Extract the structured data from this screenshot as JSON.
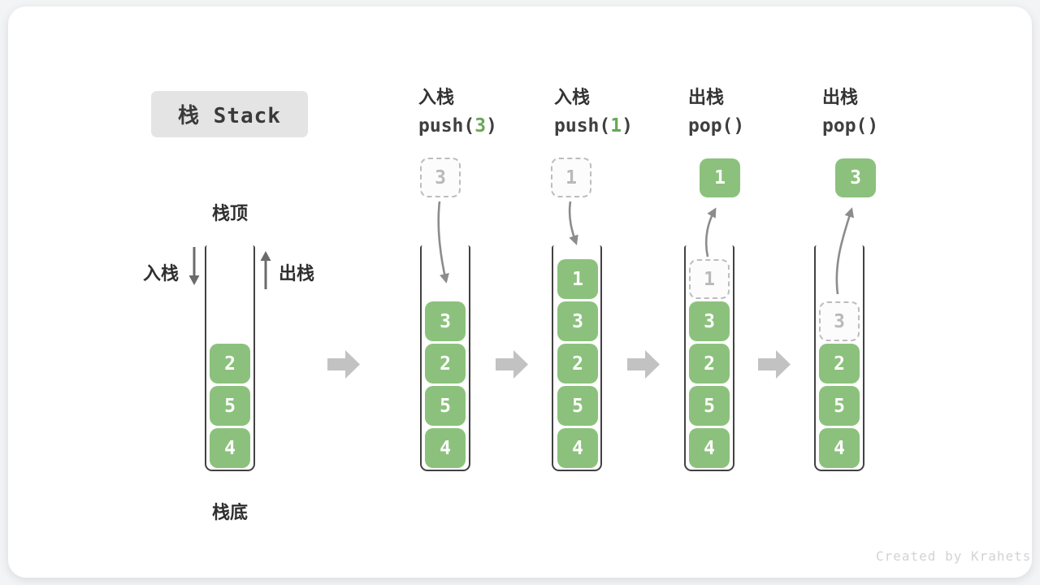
{
  "title": "栈 Stack",
  "watermark": "Created by Krahets",
  "labels": {
    "stack_top": "栈顶",
    "stack_bottom": "栈底",
    "push_side": "入栈",
    "pop_side": "出栈"
  },
  "operations": [
    {
      "name": "入栈",
      "code_pre": "push(",
      "code_arg": "3",
      "code_post": ")"
    },
    {
      "name": "入栈",
      "code_pre": "push(",
      "code_arg": "1",
      "code_post": ")"
    },
    {
      "name": "出栈",
      "code_pre": "pop(",
      "code_arg": "",
      "code_post": ")"
    },
    {
      "name": "出栈",
      "code_pre": "pop(",
      "code_arg": "",
      "code_post": ")"
    }
  ],
  "floating": {
    "incoming": [
      "3",
      "1"
    ],
    "outgoing": [
      "1",
      "3"
    ]
  },
  "stacks": [
    {
      "cells": [
        {
          "v": "2"
        },
        {
          "v": "5"
        },
        {
          "v": "4"
        }
      ]
    },
    {
      "cells": [
        {
          "v": "3"
        },
        {
          "v": "2"
        },
        {
          "v": "5"
        },
        {
          "v": "4"
        }
      ]
    },
    {
      "cells": [
        {
          "v": "1"
        },
        {
          "v": "3"
        },
        {
          "v": "2"
        },
        {
          "v": "5"
        },
        {
          "v": "4"
        }
      ]
    },
    {
      "cells": [
        {
          "v": "1",
          "ghost": true
        },
        {
          "v": "3"
        },
        {
          "v": "2"
        },
        {
          "v": "5"
        },
        {
          "v": "4"
        }
      ]
    },
    {
      "cells": [
        {
          "v": "3",
          "ghost": true
        },
        {
          "v": "2"
        },
        {
          "v": "5"
        },
        {
          "v": "4"
        }
      ]
    }
  ],
  "icons": {
    "flow_arrow": "block-arrow-right",
    "push_side_arrow": "arrow-down",
    "pop_side_arrow": "arrow-up",
    "push_transfer": "curved-arrow-down",
    "pop_transfer": "curved-arrow-up"
  },
  "colors": {
    "block_green": "#8CC17D",
    "code_arg_green": "#69A757",
    "wall_dark": "#424242",
    "ghost_gray": "#BDBDBD",
    "curve_arrow_gray": "#8C8C8C",
    "side_arrow_gray": "#6B6B6B",
    "flow_arrow_gray": "#C2C2C2",
    "title_bg": "#E4E4E4",
    "text_dark": "#3A3A3A",
    "watermark_gray": "#D3D3D3"
  }
}
